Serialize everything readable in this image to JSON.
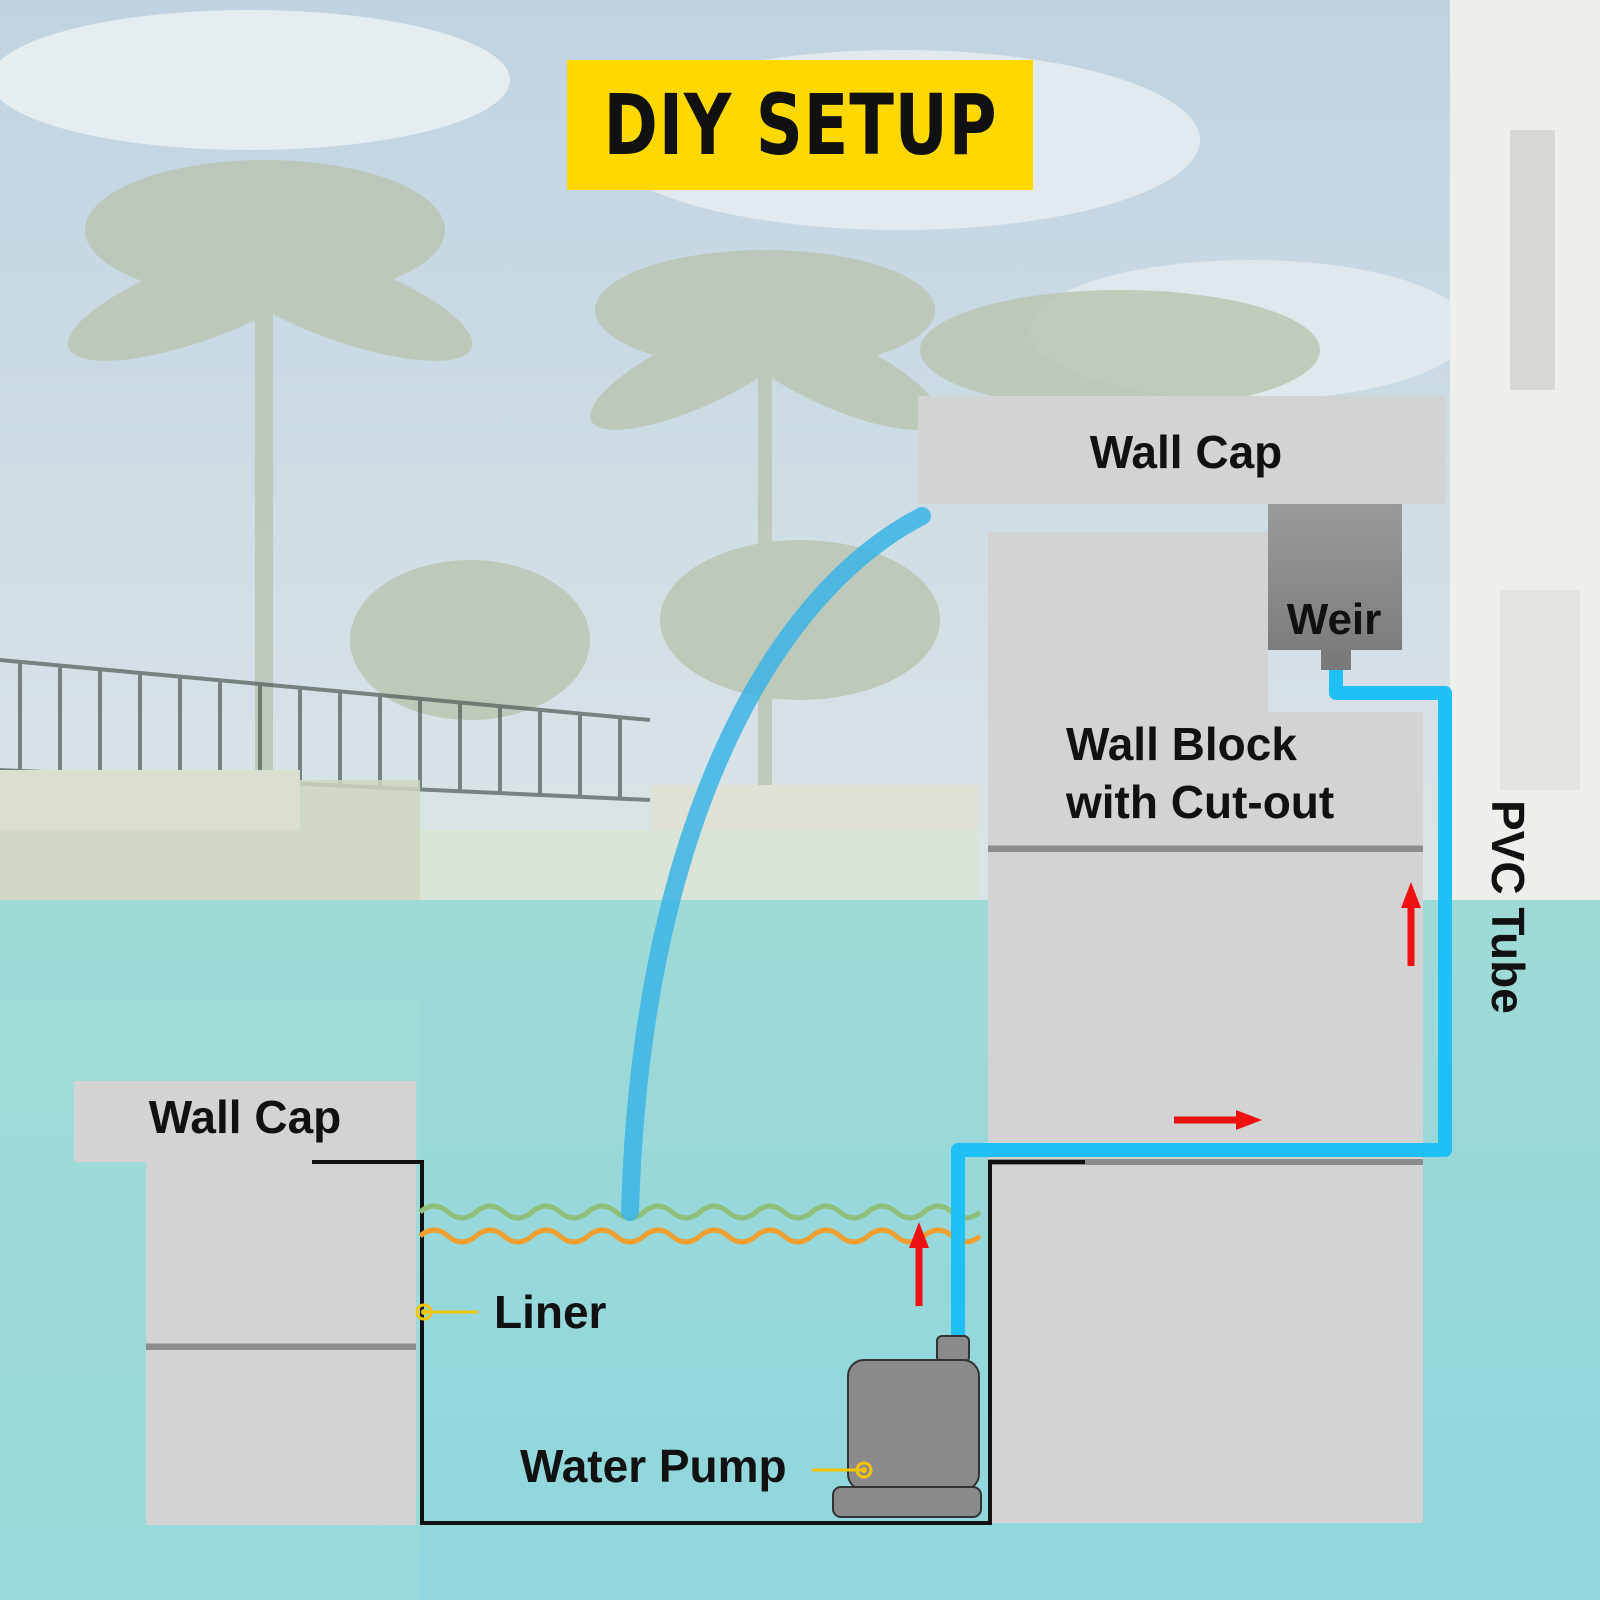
{
  "title": "DIY SETUP",
  "labels": {
    "wall_cap_top": "Wall Cap",
    "weir": "Weir",
    "wall_block_line1": "Wall Block",
    "wall_block_line2": "with Cut-out",
    "pvc_tube": "PVC Tube",
    "wall_cap_left": "Wall Cap",
    "liner": "Liner",
    "water_pump": "Water Pump"
  },
  "colors": {
    "title_background": "#ffd800",
    "pvc_tube": "#1ec0f5",
    "flow_arrow": "#ee1111",
    "water_jet": "#3ab4e6",
    "water_line_green": "#8fbf7a",
    "water_line_orange": "#f0a030",
    "pointer": "#f5c400"
  }
}
